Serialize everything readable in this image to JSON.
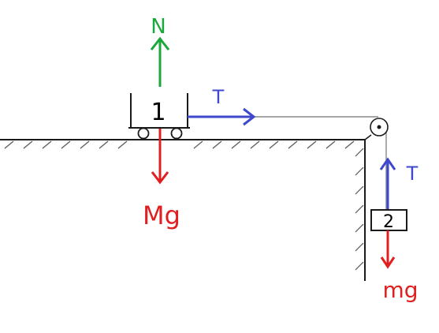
{
  "labels": {
    "normal_force": "N",
    "tension_on_block1": "T",
    "weight_block1": "Mg",
    "tension_on_block2": "T",
    "weight_block2": "mg",
    "block1_number": "1",
    "block2_number": "2"
  },
  "colors": {
    "normal": "#1aa83a",
    "tension": "#3f48cc",
    "weight": "#e02020",
    "structure": "#1a1a1a",
    "rope": "#888888"
  },
  "icons": {
    "pulley": "pulley-icon",
    "wheels": "wheel-icon"
  }
}
